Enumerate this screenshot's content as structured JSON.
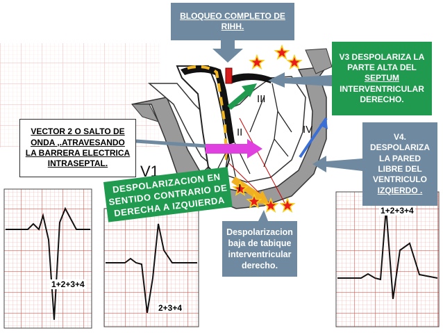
{
  "labels": {
    "bloqueo_line1": "BLOQUEO COMPLETO  DE",
    "bloqueo_line2": "RIHH.",
    "v3_line1": "V3 DESPOLARIZA LA",
    "v3_line2": "PARTE  ALTA DEL",
    "v3_line3": "SEPTUM",
    "v3_line4": "INTERVENTRICULAR",
    "v3_line5": "DERECHO.",
    "vector_line1": "VECTOR 2 O SALTO DE",
    "vector_line2": "ONDA ,.ATRAVESANDO",
    "vector_line3": "LA BARRERA ELECTRICA",
    "vector_line4": "INTRASEPTAL.",
    "v4_line1": "V4.",
    "v4_line2": "DESPOLARIZA",
    "v4_line3": "LA PARED",
    "v4_line4": "LIBRE  DEL",
    "v4_line5": "VENTRICULO",
    "v4_line6": "IZQIERDO .",
    "banner_line1": "DESPOLARIZACION EN",
    "banner_line2": "SENTIDO CONTRARIO DE",
    "banner_line3": "DERECHA A IZQUIERDA",
    "septum_line1": "Despolarizacion",
    "septum_line2": "baja de tabique",
    "septum_line3": "interventricular",
    "septum_line4": "derecho."
  },
  "ecg_labels": {
    "left": "1+2+3+4",
    "middle": "2+3+4",
    "right": "1+2+3+4"
  },
  "lead_label": "V1",
  "vector_numbers": [
    "I",
    "II",
    "III",
    "IV"
  ],
  "colors": {
    "grey_box": "#6f8aa0",
    "green_box": "#1f9a4e",
    "ecg_grid": "#e2554a",
    "arrow_green": "#1f9a4e",
    "arrow_magenta": "#e040e0",
    "arrow_orange": "#f0b020",
    "star_red": "#e81c1c",
    "star_yellow": "#f5d020"
  }
}
